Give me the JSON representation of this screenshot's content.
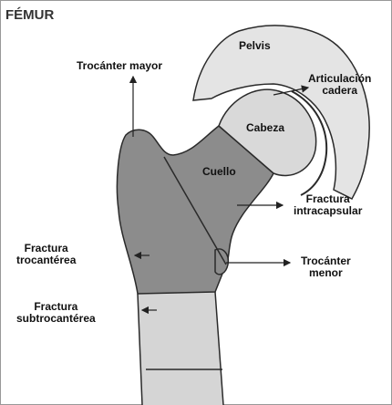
{
  "title": "FÉMUR",
  "labels": {
    "pelvis": "Pelvis",
    "articulacion_1": "Articulación",
    "articulacion_2": "cadera",
    "trocanter_mayor": "Trocánter mayor",
    "cabeza": "Cabeza",
    "cuello": "Cuello",
    "fractura_intracapsular_1": "Fractura",
    "fractura_intracapsular_2": "intracapsular",
    "fractura_trocanterea_1": "Fractura",
    "fractura_trocanterea_2": "trocantérea",
    "trocanter_menor_1": "Trocánter",
    "trocanter_menor_2": "menor",
    "fractura_subtrocanterea_1": "Fractura",
    "fractura_subtrocanterea_2": "subtrocantérea"
  },
  "colors": {
    "bone_dark": "#8c8c8c",
    "bone_light": "#d5d5d5",
    "head": "#d9d9d9",
    "pelvis": "#e4e4e4",
    "outline": "#2a2a2a"
  }
}
